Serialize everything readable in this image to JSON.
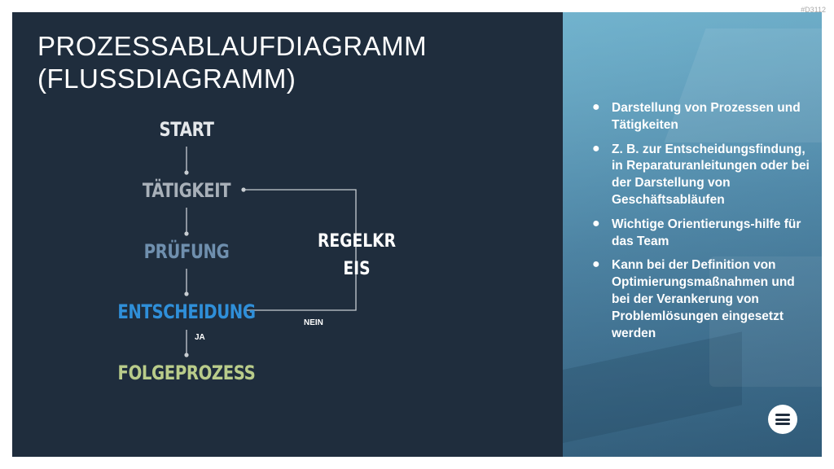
{
  "slide_id": "#D3112",
  "title": {
    "line1": "PROZESSABLAUFDIAGRAMM",
    "line2": "(FLUSSDIAGRAMM)"
  },
  "diagram": {
    "nodes": {
      "start": "START",
      "taetigkeit": "TÄTIGKEIT",
      "pruefung": "PRÜFUNG",
      "entscheidung": "ENTSCHEIDUNG",
      "folgeprozess": "FOLGEPROZESS"
    },
    "loop_label": "REGELKREIS",
    "edge_labels": {
      "nein": "NEIN",
      "ja": "JA"
    },
    "colors": {
      "start": "#e4e7ea",
      "taetigkeit": "#a8b0b9",
      "pruefung": "#6f8fae",
      "entscheidung": "#2f8fd9",
      "folgeprozess": "#b9cc8a",
      "connector": "#c8cdd2"
    }
  },
  "bullets": [
    "Darstellung von Prozessen und Tätigkeiten",
    "Z. B. zur Entscheidungsfindung, in Reparaturanleitungen oder bei der  Darstellung von Geschäftsabläufen",
    "Wichtige Orientierungs-hilfe für das Team",
    "Kann bei der Definition von Optimierungsmaßnahmen und bei der Verankerung von Problemlösungen eingesetzt werden"
  ],
  "menu_icon": "hamburger-menu-icon",
  "colors": {
    "slide_background": "#1f2d3d",
    "panel_accent": "#5b93b3"
  }
}
